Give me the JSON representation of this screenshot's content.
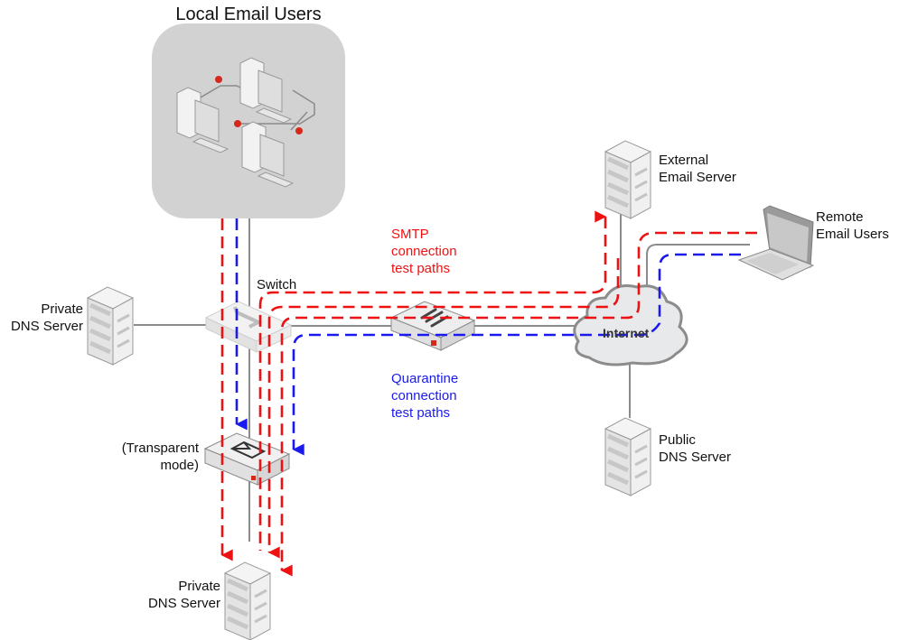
{
  "title": "Local Email Users",
  "colors": {
    "smtp_path": "#ee1111",
    "quarantine_path": "#1a1aee",
    "link": "#8c8c8c",
    "device_body": "#e6e6e6",
    "group_bg": "#d2d2d2",
    "node_dot": "#d42a1a"
  },
  "nodes": {
    "local_users": {
      "label": "Local Email Users"
    },
    "switch": {
      "label": "Switch"
    },
    "private_dns_left": {
      "label": "Private\nDNS Server"
    },
    "firewall": {
      "label": ""
    },
    "mail_gateway": {
      "label": "(Transparent\nmode)"
    },
    "private_dns_bottom": {
      "label": "Private\nDNS Server"
    },
    "internet": {
      "label": "Internet"
    },
    "external_mail": {
      "label": "External\nEmail Server"
    },
    "remote_users": {
      "label": "Remote\nEmail Users"
    },
    "public_dns": {
      "label": "Public\nDNS Server"
    }
  },
  "legend": {
    "smtp": "SMTP\nconnection\ntest paths",
    "quarantine": "Quarantine\nconnection\ntest paths"
  },
  "paths": [
    {
      "name": "smtp-local-to-private-dns",
      "type": "smtp",
      "from": "Local Email Users",
      "to": "Private DNS Server"
    },
    {
      "name": "quarantine-local-to-gateway",
      "type": "quarantine",
      "from": "Local Email Users",
      "to": "Transparent mode unit"
    },
    {
      "name": "smtp-external-to-private-dns",
      "type": "smtp",
      "from": "External Email Server",
      "to": "Private DNS Server"
    },
    {
      "name": "smtp-private-to-external",
      "type": "smtp",
      "from": "Private DNS Server",
      "to": "External Email Server"
    },
    {
      "name": "smtp-remote-to-private-dns",
      "type": "smtp",
      "from": "Remote Email Users",
      "to": "Private DNS Server"
    },
    {
      "name": "quarantine-remote-to-gateway",
      "type": "quarantine",
      "from": "Remote Email Users",
      "to": "Transparent mode unit"
    }
  ]
}
